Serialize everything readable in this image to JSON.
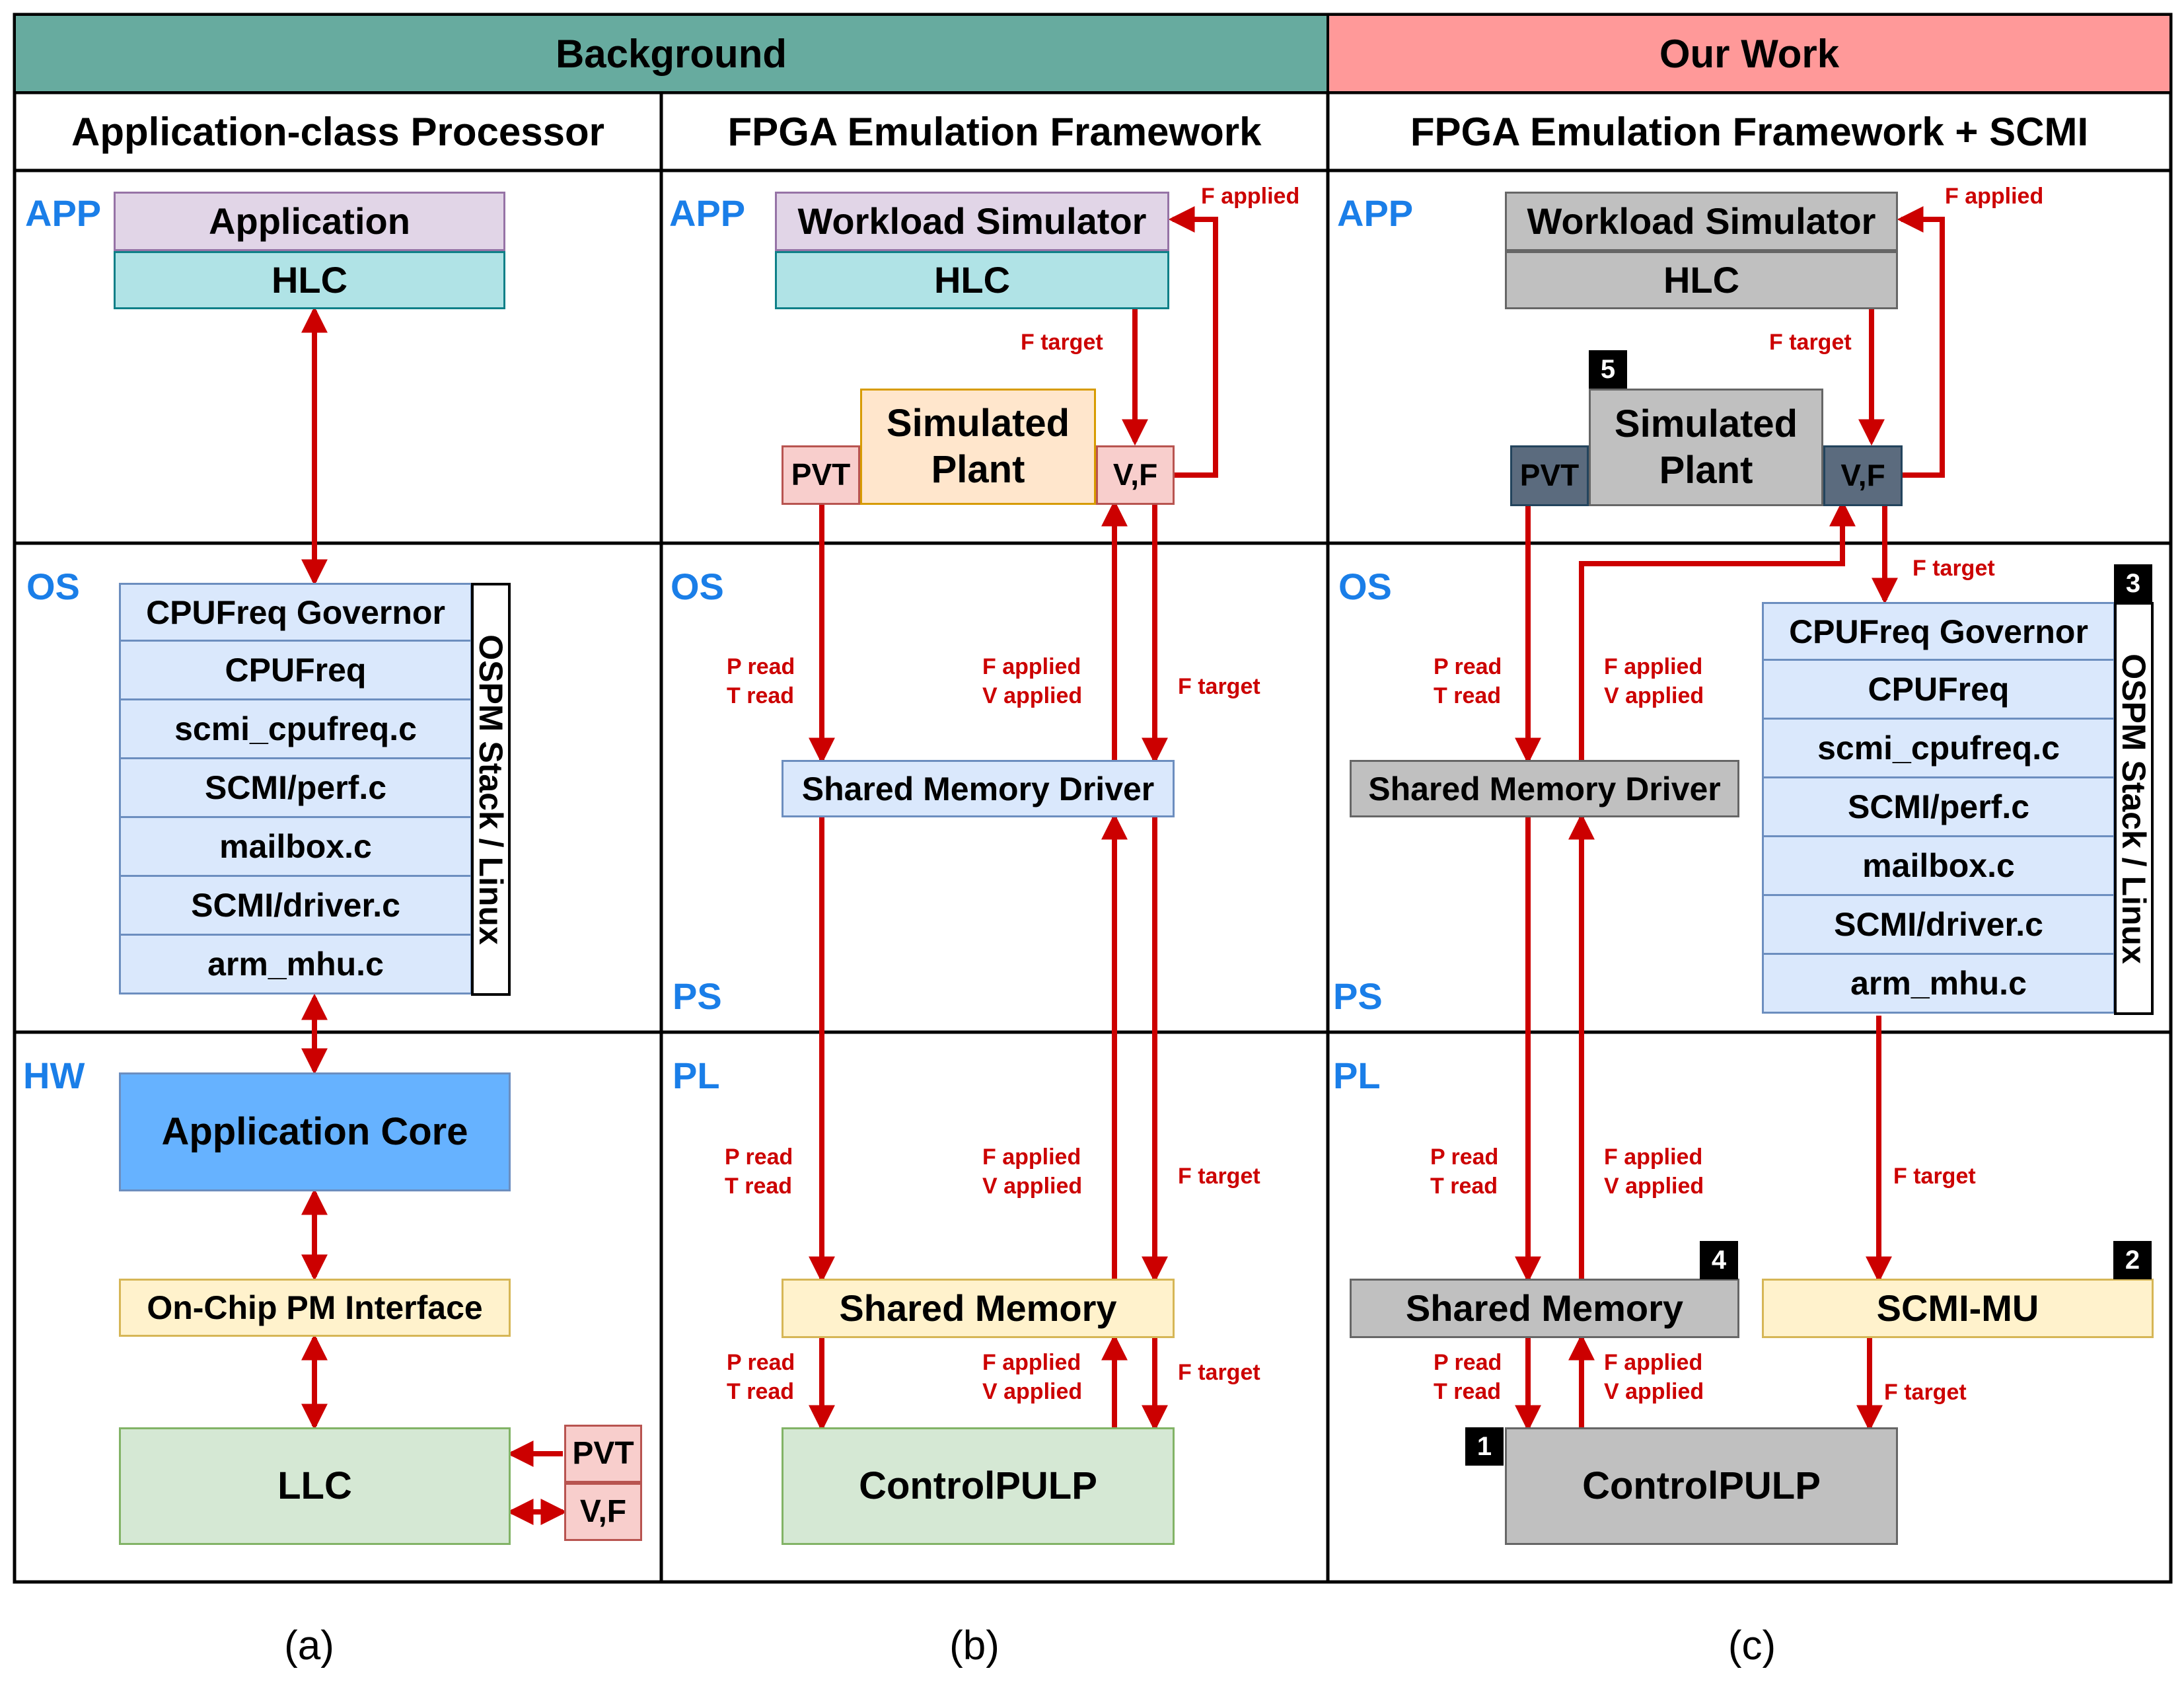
{
  "headers": {
    "background": "Background",
    "our_work": "Our Work"
  },
  "columns": {
    "a": "Application-class Processor",
    "b": "FPGA Emulation Framework",
    "c": "FPGA Emulation Framework + SCMI"
  },
  "layers": {
    "app": "APP",
    "os": "OS",
    "hw": "HW",
    "ps": "PS",
    "pl": "PL"
  },
  "a": {
    "application": "Application",
    "hlc": "HLC",
    "stack": [
      "CPUFreq Governor",
      "CPUFreq",
      "scmi_cpufreq.c",
      "SCMI/perf.c",
      "mailbox.c",
      "SCMI/driver.c",
      "arm_mhu.c"
    ],
    "ospm": "OSPM Stack / Linux",
    "core": "Application Core",
    "pm_interface": "On-Chip PM Interface",
    "llc": "LLC",
    "pvt": "PVT",
    "vf": "V,F"
  },
  "b": {
    "workload": "Workload Simulator",
    "hlc": "HLC",
    "plant": "Simulated\nPlant",
    "pvt": "PVT",
    "vf": "V,F",
    "shm_driver": "Shared Memory Driver",
    "shm": "Shared Memory",
    "controlpulp": "ControlPULP",
    "f_applied": "F applied",
    "f_target": "F target",
    "p_read": "P read\nT read",
    "fv_applied": "F applied\nV applied"
  },
  "c": {
    "workload": "Workload Simulator",
    "hlc": "HLC",
    "plant": "Simulated\nPlant",
    "pvt": "PVT",
    "vf": "V,F",
    "shm_driver": "Shared Memory Driver",
    "stack": [
      "CPUFreq Governor",
      "CPUFreq",
      "scmi_cpufreq.c",
      "SCMI/perf.c",
      "mailbox.c",
      "SCMI/driver.c",
      "arm_mhu.c"
    ],
    "ospm": "OSPM Stack / Linux",
    "shm": "Shared Memory",
    "scmi_mu": "SCMI-MU",
    "controlpulp": "ControlPULP",
    "f_applied": "F applied",
    "f_target": "F target",
    "p_read": "P read\nT read",
    "fv_applied": "F applied\nV applied",
    "badges": [
      "1",
      "2",
      "3",
      "4",
      "5"
    ]
  },
  "captions": [
    "(a)",
    "(b)",
    "(c)"
  ],
  "colors": {
    "background_header": "#67ab9f",
    "our_work_header": "#ff9999",
    "arrow": "#cc0000",
    "layer_text": "#1a7ee8"
  }
}
